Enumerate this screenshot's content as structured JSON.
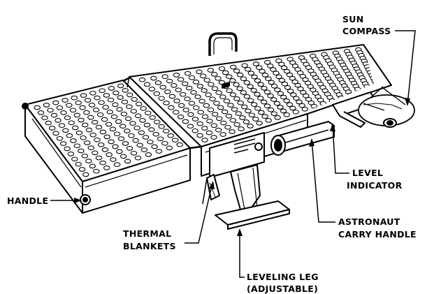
{
  "labels": {
    "sun_compass": [
      "SUN",
      "COMPASS"
    ],
    "level_indicator": [
      "LEVEL",
      "INDICATOR"
    ],
    "handle": "HANDLE",
    "astronaut_carry_handle": [
      "ASTRONAUT",
      "CARRY HANDLE"
    ],
    "thermal_blankets": [
      "THERMAL",
      "BLANKETS"
    ],
    "leveling_leg": [
      "LEVELING LEG",
      "(ADJUSTABLE)"
    ]
  },
  "colors": {
    "ink": "#000000",
    "panel": "#ffffff"
  }
}
